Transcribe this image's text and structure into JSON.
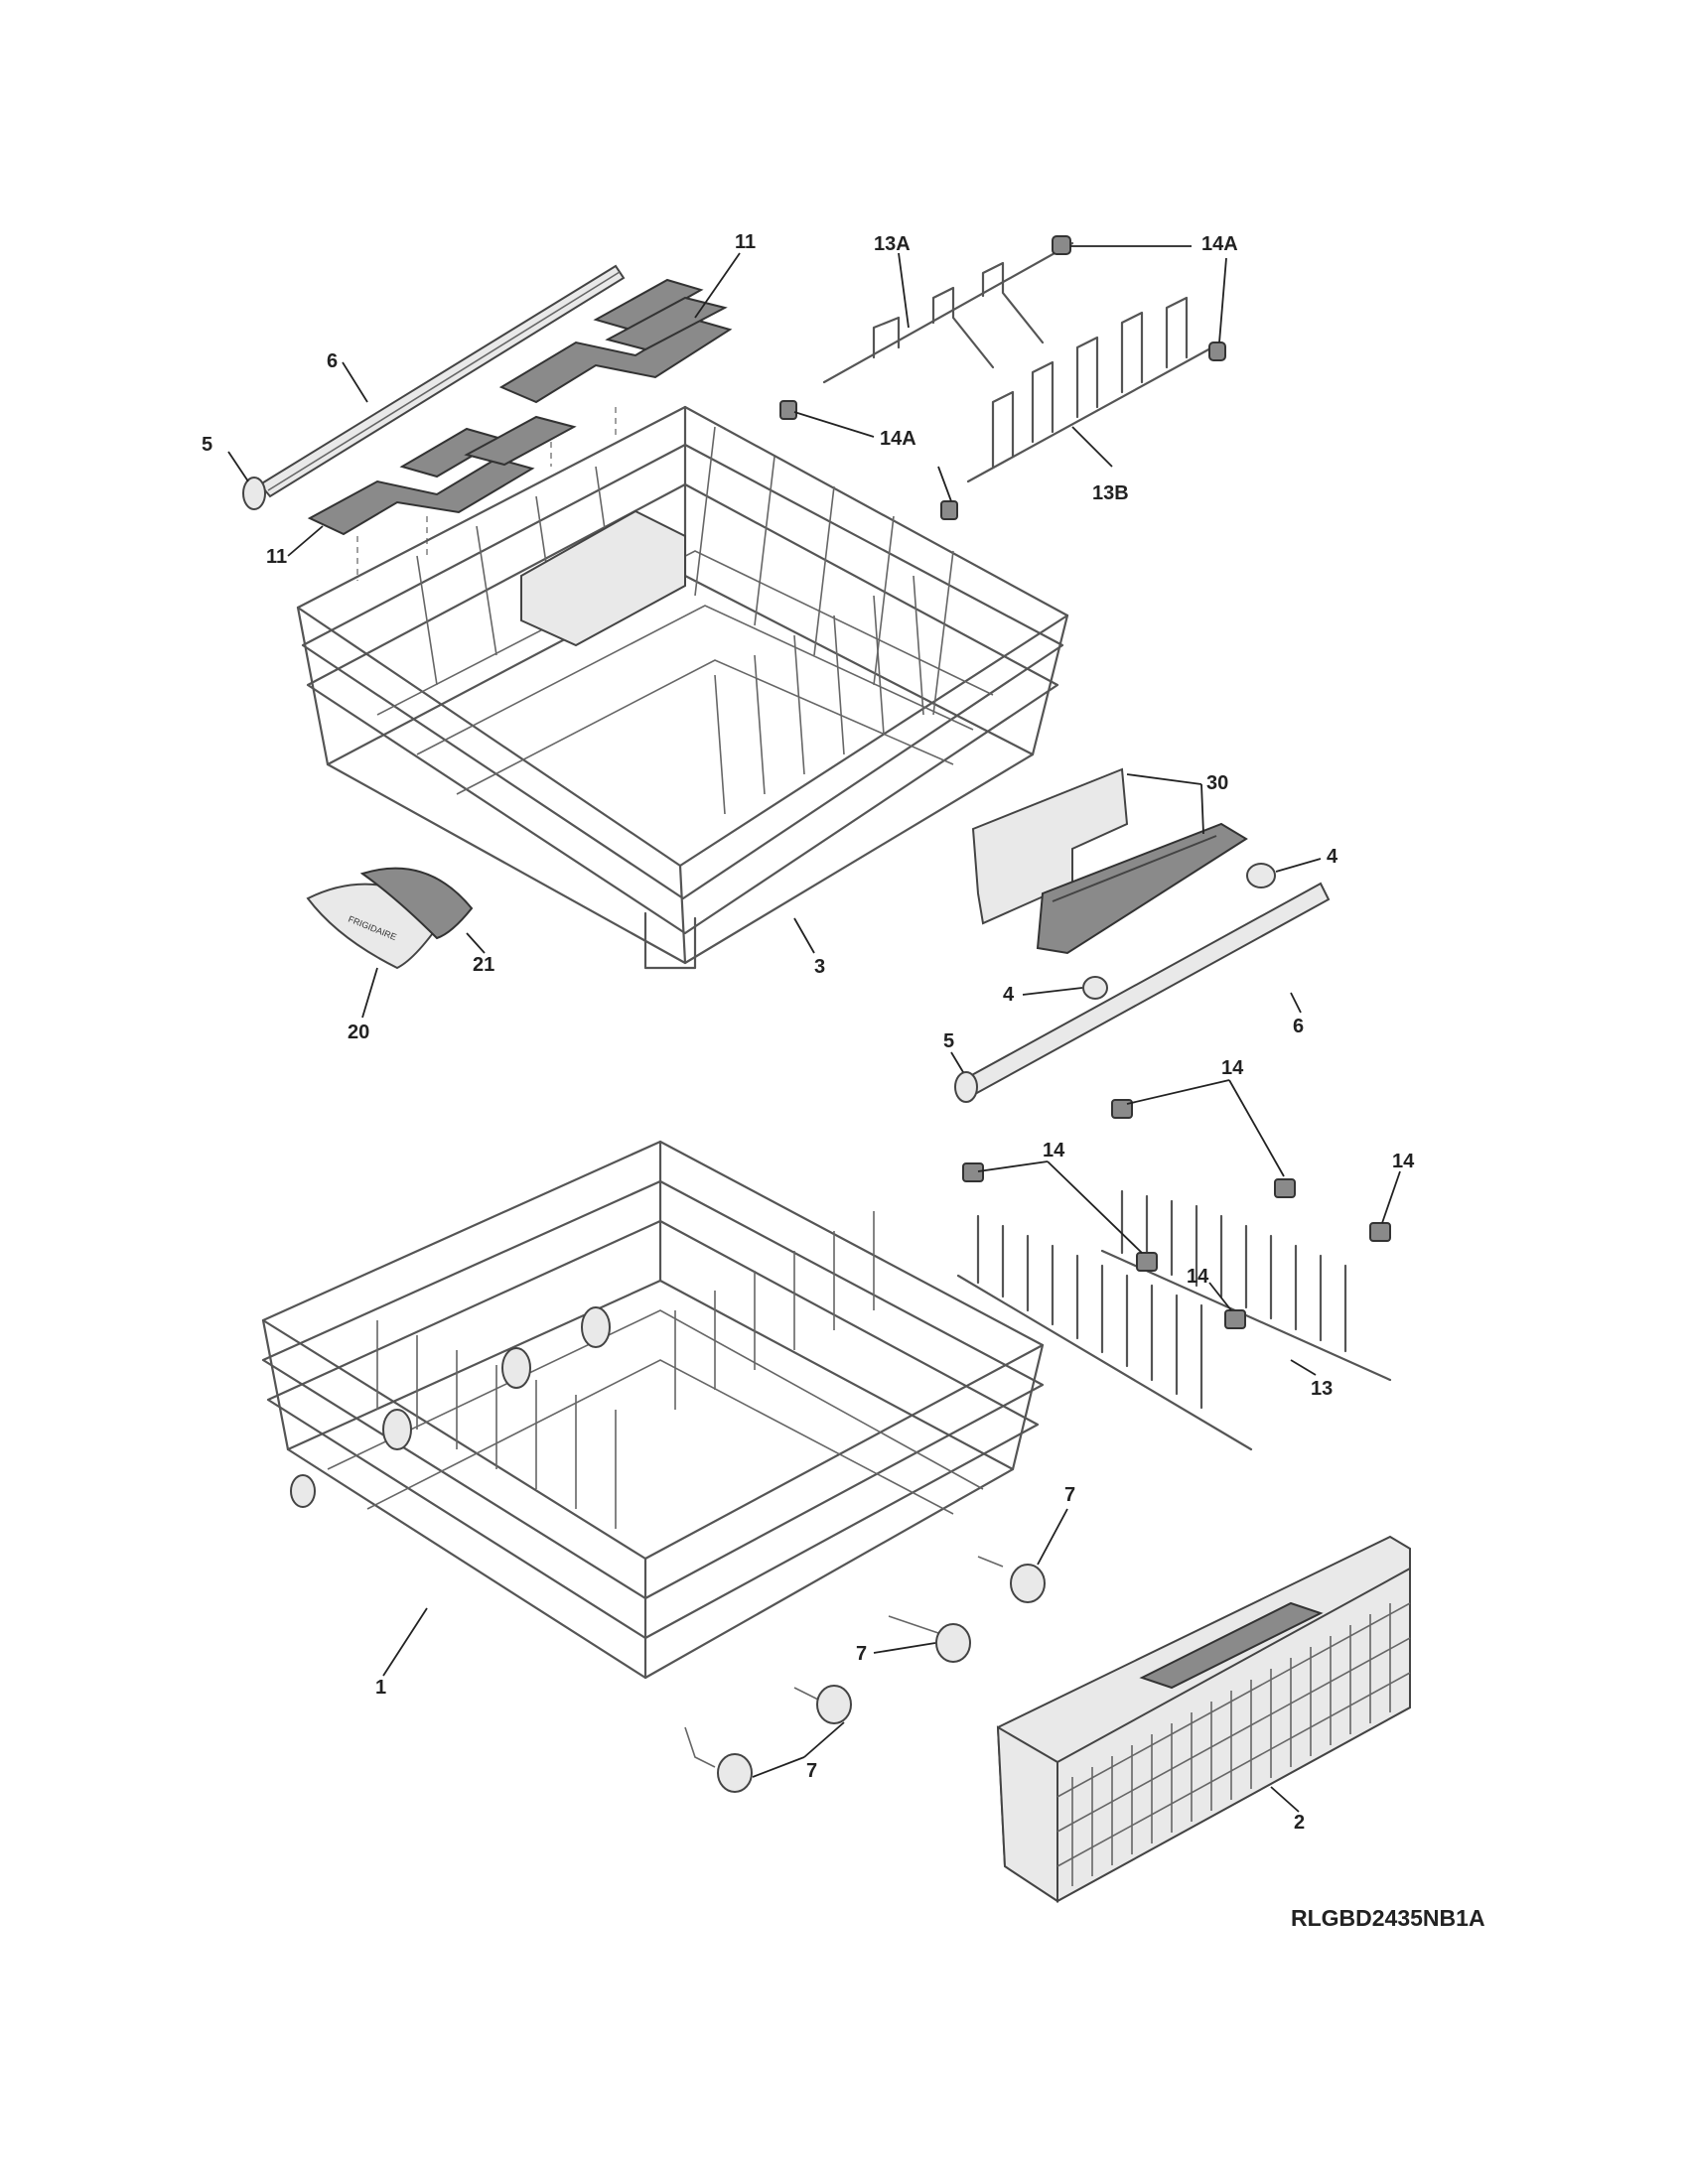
{
  "diagram": {
    "model_code": "RLGBD2435NB1A",
    "brand_label": "FRIGIDAIRE",
    "callouts": {
      "c11_top": "11",
      "c6_top": "6",
      "c5_top": "5",
      "c11_left": "11",
      "c13a": "13A",
      "c14a_top": "14A",
      "c14a_mid": "14A",
      "c13b": "13B",
      "c30": "30",
      "c4_right": "4",
      "c4_bottom": "4",
      "c6_bottom": "6",
      "c5_bottom": "5",
      "c21": "21",
      "c20": "20",
      "c3": "3",
      "c14_a": "14",
      "c14_b": "14",
      "c14_c": "14",
      "c14_d": "14",
      "c13": "13",
      "c7_a": "7",
      "c7_b": "7",
      "c7_c": "7",
      "c1": "1",
      "c2": "2"
    }
  }
}
